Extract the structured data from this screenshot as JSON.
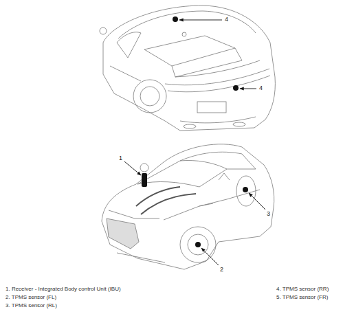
{
  "diagram": {
    "labels": [
      "4",
      "4",
      "1",
      "2",
      "3",
      "1. Receiver - Integrated Body control Unit (IBU)",
      "2. TPMS sensor (FL)",
      "3. TPMS sensor (RL)",
      "4. TPMS sensor (RR)",
      "5. TPMS sensor (FR)"
    ]
  }
}
